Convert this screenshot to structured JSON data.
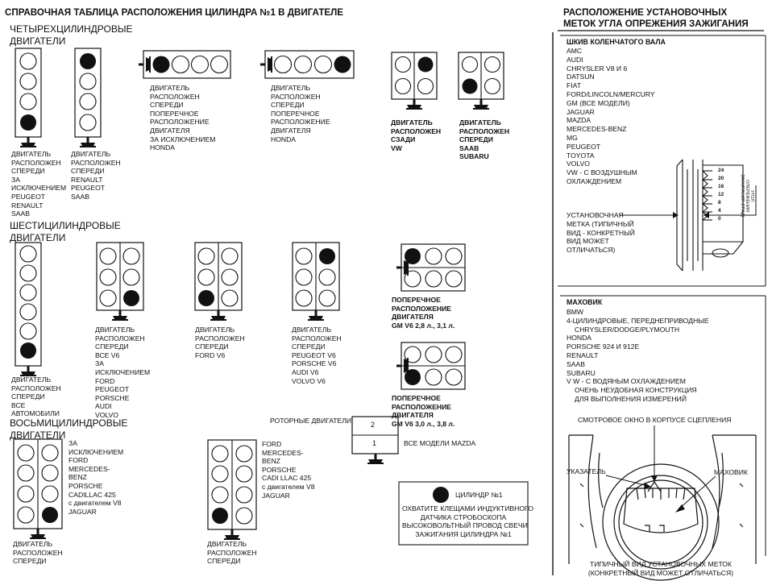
{
  "left": {
    "main_title": "СПРАВОЧНАЯ ТАБЛИЦА РАСПОЛОЖЕНИЯ ЦИЛИНДРА №1 В ДВИГАТЕЛЕ",
    "four_cyl_title": [
      "ЧЕТЫРЕХЦИЛИНДРОВЫЕ",
      "ДВИГАТЕЛИ"
    ],
    "six_cyl_title": [
      "ШЕСТИЦИЛИНДРОВЫЕ",
      "ДВИГАТЕЛИ"
    ],
    "eight_cyl_title": [
      "ВОСЬМИЦИЛИНДРОВЫЕ",
      "ДВИГАТЕЛИ"
    ],
    "captions": {
      "c4a": [
        "ДВИГАТЕЛЬ",
        "РАСПОЛОЖЕН",
        "СПЕРЕДИ",
        "ЗА",
        "ИСКЛЮЧЕНИЕМ",
        "PEUGEOT",
        "RENAULT",
        "SAAB"
      ],
      "c4b": [
        "ДВИГАТЕЛЬ",
        "РАСПОЛОЖЕН",
        "СПЕРЕДИ",
        "RENAULT",
        "PEUGEOT",
        "SAAB"
      ],
      "c4c": [
        "ДВИГАТЕЛЬ",
        "РАСПОЛОЖЕН",
        "СПЕРЕДИ",
        "ПОПЕРЕЧНОЕ",
        "РАСПОЛОЖЕНИЕ",
        "ДВИГАТЕЛЯ",
        "ЗА ИСКЛЮЧЕНИЕМ",
        "HONDA"
      ],
      "c4d": [
        "ДВИГАТЕЛЬ",
        "РАСПОЛОЖЕН",
        "СПЕРЕДИ",
        "ПОПЕРЕЧНОЕ",
        "РАСПОЛОЖЕНИЕ",
        "ДВИГАТЕЛЯ",
        "HONDA"
      ],
      "c4e": [
        "ДВИГАТЕЛЬ",
        "РАСПОЛОЖЕН",
        "СЗАДИ",
        "VW"
      ],
      "c4f": [
        "ДВИГАТЕЛЬ",
        "РАСПОЛОЖЕН",
        "СПЕРЕДИ",
        "SAAB",
        "SUBARU"
      ],
      "c6a": [
        "ДВИГАТЕЛЬ",
        "РАСПОЛОЖЕН",
        "СПЕРЕДИ",
        "ВСЕ",
        "АВТОМОБИЛИ"
      ],
      "c6b": [
        "ДВИГАТЕЛЬ",
        "РАСПОЛОЖЕН",
        "СПЕРЕДИ",
        "ВСЕ V6",
        "ЗА",
        "ИСКЛЮЧЕНИЕМ",
        "FORD",
        "PEUGEOT",
        "PORSCHE",
        "AUDI",
        "VOLVO"
      ],
      "c6c": [
        "ДВИГАТЕЛЬ",
        "РАСПОЛОЖЕН",
        "СПЕРЕДИ",
        "FORD V6"
      ],
      "c6d": [
        "ДВИГАТЕЛЬ",
        "РАСПОЛОЖЕН",
        "СПЕРЕДИ",
        "PEUGEOT V6",
        "PORSCHE V6",
        "AUDI V6",
        "VOLVO V6"
      ],
      "c6e": [
        "ПОПЕРЕЧНОЕ",
        "РАСПОЛОЖЕНИЕ",
        "ДВИГАТЕЛЯ",
        "GM V6 2,8 л., 3,1 л."
      ],
      "c6f": [
        "ПОПЕРЕЧНОЕ",
        "РАСПОЛОЖЕНИЕ",
        "ДВИГАТЕЛЯ",
        "GM V6 3,0 л., 3,8 л."
      ],
      "c8a_side": [
        "ЗА",
        "ИСКЛЮЧЕНИЕМ",
        "FORD",
        "MERCEDES-",
        "BENZ",
        "PORSCHE",
        "CADILLAC 425",
        "с двигателем V8",
        "JAGUAR"
      ],
      "c8a": [
        "ДВИГАТЕЛЬ",
        "РАСПОЛОЖЕН",
        "СПЕРЕДИ"
      ],
      "c8b_side": [
        "FORD",
        "MERCEDES-",
        "BENZ",
        "PORSCHE",
        "CADI LLAC 425",
        "с двигателем V8",
        "JAGUAR"
      ],
      "c8b": [
        "ДВИГАТЕЛЬ",
        "РАСПОЛОЖЕН",
        "СПЕРЕДИ"
      ]
    },
    "rotary": {
      "label": "РОТОРНЫЕ ДВИГАТЕЛИ",
      "num_top": "2",
      "num_bottom": "1",
      "models": "ВСЕ МОДЕЛИ MAZDA"
    },
    "legend": [
      "ЦИЛИНДР №1",
      "ОХВАТИТЕ КЛЕЩАМИ ИНДУКТИВНОГО",
      "ДАТЧИКА СТРОБОСКОПА",
      "ВЫСОКОВОЛЬТНЫЙ ПРОВОД СВЕЧИ",
      "ЗАЖИГАНИЯ ЦИЛИНДРА №1"
    ]
  },
  "right": {
    "title": [
      "РАСПОЛОЖЕНИЕ УСТАНОВОЧНЫХ",
      "МЕТОК УГЛА ОПРЕЖЕНИЯ ЗАЖИГАНИЯ"
    ],
    "pulley_head": "ШКИВ КОЛЕНЧАТОГО ВАЛА",
    "pulley_list": [
      "AMC",
      "AUDI",
      "CHRYSLER V8 И 6",
      "DATSUN",
      "FIAT",
      "FORD/LINCOLN/MERCURY",
      "GM (ВСЕ МОДЕЛИ)",
      "JAGUAR",
      "MAZDA",
      "MERCEDES-BENZ",
      "MG",
      "PEUGEOT",
      "TOYOTA",
      "VOLVO",
      "VW - С ВОЗДУШНЫМ",
      "ОХЛАЖДЕНИЕМ"
    ],
    "mark_note": [
      "УСТАНОВОЧНАЯ",
      "МЕТКА (ТИПИЧНЫЙ",
      "ВИД - КОНКРЕТНЫЙ",
      "ВИД МОЖЕТ",
      "ОТЛИЧАТЬСЯ)"
    ],
    "scale_numbers": [
      "24",
      "20",
      "16",
      "12",
      "8",
      "4",
      "0"
    ],
    "scale_label": [
      "УГОЛ",
      "ОПЕРЕЖЕНИЯ",
      "ЗАЖИГАНИЯ (ГРАД)"
    ],
    "flywheel_head": "МАХОВИК",
    "flywheel_list": [
      "BMW",
      "4-ЦИЛИНДРОВЫЕ, ПЕРЕДНЕПРИВОДНЫЕ",
      "CHRYSLER/DODGE/PLYMOUTH",
      "HONDA",
      "PORSCHE 924 И 912E",
      "RENAULT",
      "SAAB",
      "SUBARU",
      "V W - С ВОДЯНЫМ ОХЛАЖДЕНИЕМ",
      "ОЧЕНЬ НЕУДОБНАЯ КОНСТРУКЦИЯ",
      "ДЛЯ ВЫПОЛНЕНИЯ ИЗМЕРЕНИЙ"
    ],
    "window_label": "СМОТРОВОЕ ОКНО В КОРПУСЕ СЦЕПЛЕНИЯ",
    "pointer_label": "УКАЗАТЕЛЬ",
    "flywheel_label": "МАХОВИК",
    "typical": [
      "ТИПИЧНЫЙ ВИД УСТАНОВОЧНЫХ МЕТОК",
      "(КОНКРЕТНЫЙ ВИД МОЖЕТ ОТЛИЧАТЬСЯ)"
    ]
  }
}
